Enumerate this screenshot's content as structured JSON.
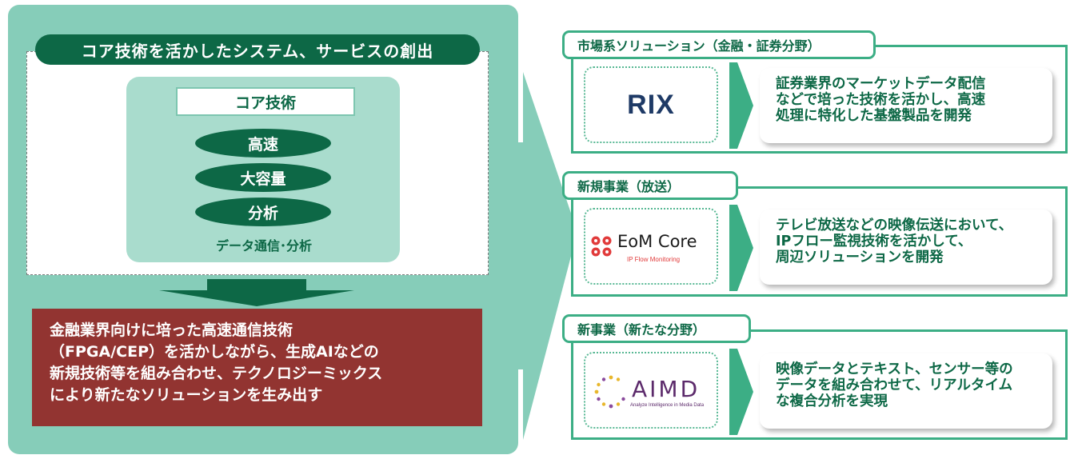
{
  "left": {
    "title": "コア技術を活かしたシステム、サービスの創出",
    "core_title": "コア技術",
    "pills": [
      "高速",
      "大容量",
      "分析"
    ],
    "core_caption": "データ通信･分析",
    "summary_lines": [
      "金融業界向けに培った高速通信技術",
      "（FPGA/CEP）を活かしながら、生成AIなどの",
      "新規技術等を組み合わせ、テクノロジーミックス",
      "により新たなソリューションを生み出す"
    ]
  },
  "cards": [
    {
      "tab": "市場系ソリューション（金融・証券分野）",
      "logo_text": "RIX",
      "desc_lines": [
        "証券業界のマーケットデータ配信",
        "などで培った技術を活かし、高速",
        "処理に特化した基盤製品を開発"
      ]
    },
    {
      "tab": "新規事業（放送）",
      "logo_text": "EoM Core",
      "logo_sub": "IP Flow Monitoring",
      "desc_lines": [
        "テレビ放送などの映像伝送において、",
        "IPフロー監視技術を活かして、",
        "周辺ソリューションを開発"
      ]
    },
    {
      "tab": "新事業（新たな分野）",
      "logo_text": "AIMD",
      "logo_sub": "Analyze Intelligence in Media Data",
      "desc_lines": [
        "映像データとテキスト、センサー等の",
        "データを組み合わせて、リアルタイム",
        "な複合分析を実現"
      ]
    }
  ],
  "colors": {
    "panel": "#86cdb9",
    "dark_green": "#0d6846",
    "accent_green": "#3cae85",
    "summary_red": "#923431"
  }
}
